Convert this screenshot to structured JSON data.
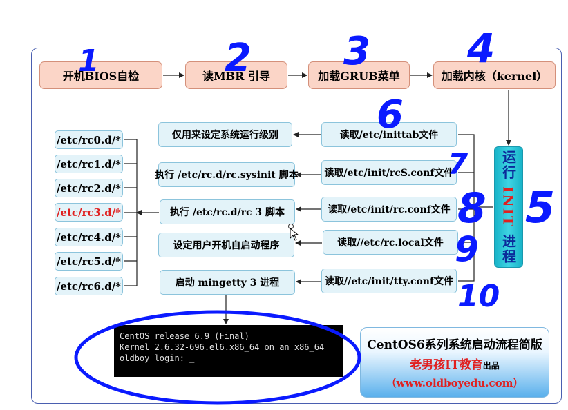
{
  "top_row": [
    "开机BIOS自检",
    "读MBR 引导",
    "加载GRUB菜单",
    "加载内核（kernel）"
  ],
  "init_box": {
    "prefix": "运行",
    "highlight": "INIT",
    "suffix": "进程"
  },
  "read_column": [
    "读取/etc/inittab文件",
    "读取/etc/init/rcS.conf文件",
    "读取/etc/init/rc.conf文件",
    "读取//etc/rc.local文件",
    "读取//etc/init/tty.conf文件"
  ],
  "action_column": [
    "仅用来设定系统运行级别",
    "执行 /etc/rc.d/rc.sysinit 脚本",
    "执行 /etc/rc.d/rc 3 脚本",
    "设定用户开机自启动程序",
    "启动 mingetty 3 进程"
  ],
  "rc_dirs": [
    "/etc/rc0.d/*",
    "/etc/rc1.d/*",
    "/etc/rc2.d/*",
    "/etc/rc3.d/*",
    "/etc/rc4.d/*",
    "/etc/rc5.d/*",
    "/etc/rc6.d/*"
  ],
  "terminal_lines": [
    "CentOS release 6.9 (Final)",
    "Kernel 2.6.32-696.el6.x86_64 on an x86_64",
    "",
    "oldboy login: _"
  ],
  "brand": {
    "title": "CentOS6系列系统启动流程简版",
    "org": "老男孩IT教育",
    "org_suffix": "出品",
    "url": "（www.oldboyedu.com）"
  },
  "annotations": [
    "1",
    "2",
    "3",
    "4",
    "5",
    "6",
    "7",
    "8",
    "9",
    "10"
  ],
  "colors": {
    "top_fill": "#fbd5c7",
    "box_fill": "#e3f3f9",
    "init_fill": "#17b3c8",
    "highlight": "#e02020",
    "ink": "#0a1aff"
  }
}
